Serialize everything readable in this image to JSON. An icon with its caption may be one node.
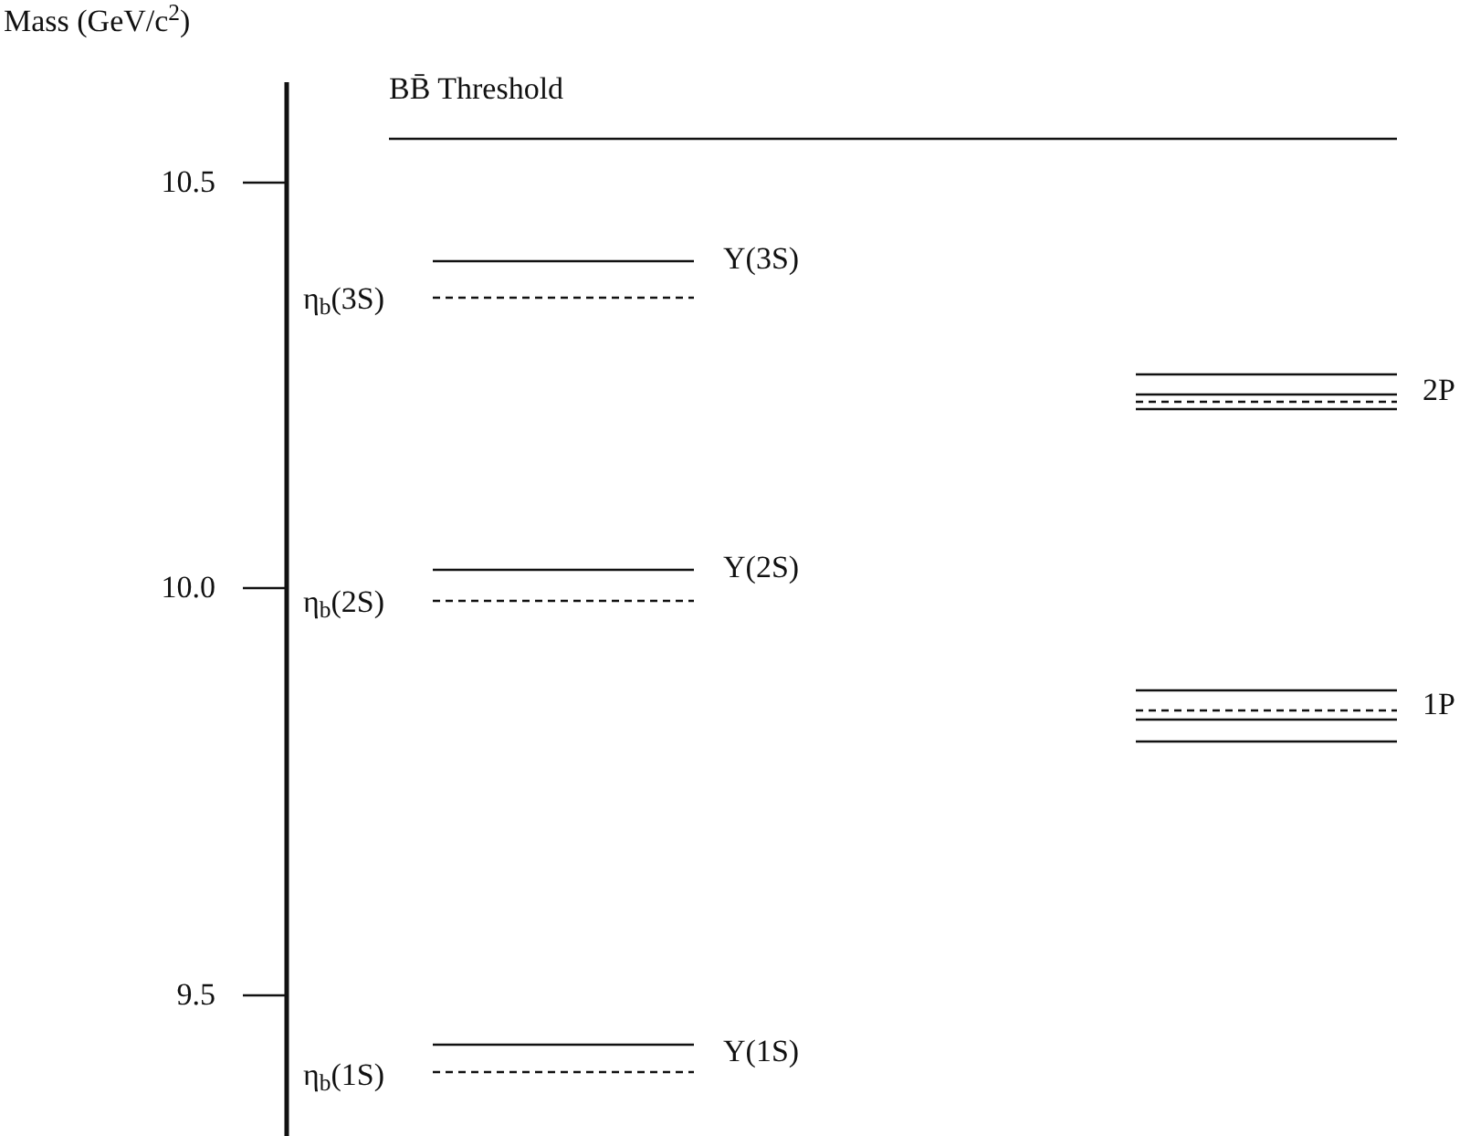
{
  "diagram": {
    "labels": [
      "Mass (GeV/c$^{2}$)",
      "BB̄ Threshold",
      "10.5",
      "Υ(3S)",
      "η$_{b}$(3S)",
      "2P",
      "10.0",
      "Υ(2S)",
      "η$_{b}$(2S)",
      "1P",
      "9.5",
      "Υ(1S)",
      "η$_{b}$(1S)"
    ]
  }
}
